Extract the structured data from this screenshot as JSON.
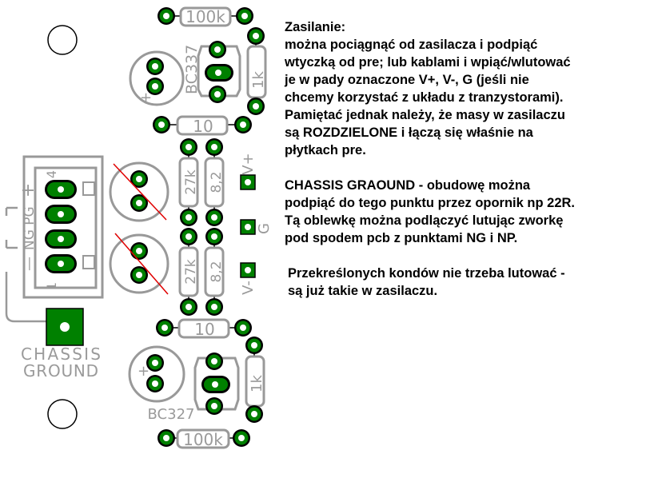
{
  "labels": {
    "r_top_100k": "100k",
    "r_bot_100k": "100k",
    "bc337": "BC337",
    "bc327": "BC327",
    "r_top_1k": "1k",
    "r_bot_1k": "1k",
    "r_top_10": "10",
    "r_bot_10": "10",
    "r_27k_a": "27k",
    "r_27k_b": "27k",
    "r_82_a": "8,2",
    "r_82_b": "8,2",
    "vplus": "V+",
    "g": "G",
    "vminus": "V-",
    "plus_top": "+",
    "plus_bot": "+",
    "conn_plus": "+",
    "conn_pg": "PG",
    "conn_ng": "NG",
    "conn_minus": "—",
    "pin4": "4",
    "pin1": "1",
    "chassis": "CHASSIS",
    "ground": "GROUND"
  },
  "text": {
    "l1": "Zasilanie:",
    "l2": "można pociągnąć od zasilacza i podpiąć",
    "l3": "wtyczką od pre; lub kablami i wpiąć/wlutować",
    "l4": "je w pady oznaczone V+, V-, G (jeśli nie",
    "l5": "chcemy korzystać z układu z tranzystorami).",
    "l6": "Pamiętać jednak należy, że masy w zasilaczu",
    "l7": "są ROZDZIELONE i łączą się właśnie na",
    "l8": "płytkach pre.",
    "l9": "CHASSIS GRAOUND - obudowę można",
    "l10": "podpiąć do tego punktu przez opornik np 22R.",
    "l11": " Tą oblewkę można podlączyć lutując zworkę",
    "l12": "pod spodem pcb z punktami NG i NP.",
    "l13": "Przekreślonych kondów nie trzeba lutować -",
    "l14": "są już takie w zasilaczu."
  },
  "colors": {
    "pad_green": "#008000",
    "outline": "#000000",
    "silk": "#9a9a9a",
    "cross": "#e00000"
  }
}
